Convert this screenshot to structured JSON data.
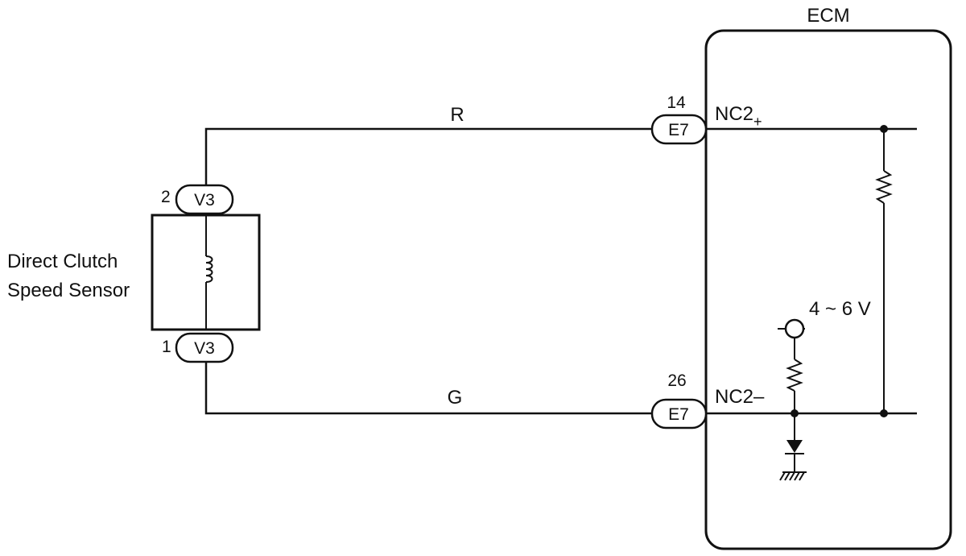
{
  "ecm": {
    "title": "ECM"
  },
  "sensor": {
    "name_line1": "Direct Clutch",
    "name_line2": "Speed Sensor"
  },
  "connectors": {
    "v3_top": {
      "pin": "2",
      "label": "V3"
    },
    "v3_bottom": {
      "pin": "1",
      "label": "V3"
    },
    "e7_top": {
      "pin": "14",
      "label": "E7"
    },
    "e7_bottom": {
      "pin": "26",
      "label": "E7"
    }
  },
  "wires": {
    "top_color": "R",
    "bottom_color": "G"
  },
  "terminals": {
    "plus_base": "NC2",
    "plus_sub": "+",
    "minus": "NC2–"
  },
  "voltage": {
    "label": "4 ~ 6 V"
  }
}
